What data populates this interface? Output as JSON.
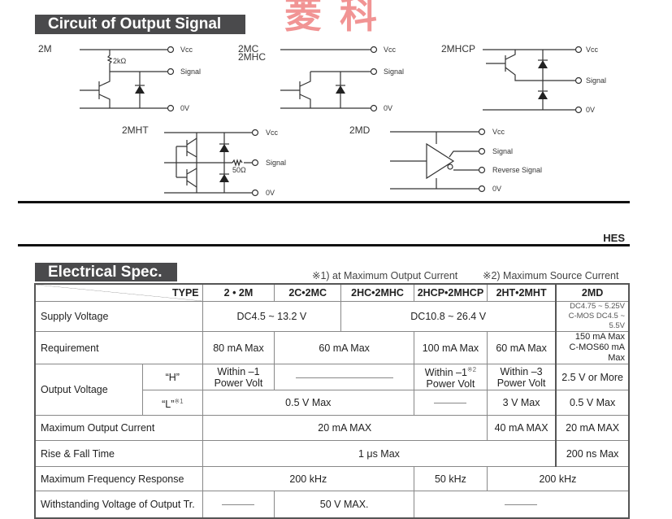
{
  "watermark": {
    "chars": [
      "菱",
      "科"
    ],
    "color": "#e63c3c"
  },
  "circuits": {
    "title": "Circuit of Output Signal",
    "labels": {
      "vcc": "Vcc",
      "signal": "Signal",
      "zero": "0V",
      "reverse": "Reverse Signal"
    },
    "models": {
      "m2": "2M",
      "mc": "2MC",
      "mhc": "2MHC",
      "mhcp": "2MHCP",
      "mht": "2MHT",
      "md": "2MD"
    },
    "r2k": "2kΩ",
    "r50": "50Ω"
  },
  "hes": "HES",
  "spec": {
    "title": "Electrical Spec.",
    "note1": "※1) at Maximum Output Current",
    "note2": "※2) Maximum Source Current",
    "type_label": "TYPE",
    "types": [
      "2 • 2M",
      "2C•2MC",
      "2HC•2MHC",
      "2HCP•2MHCP",
      "2HT•2MHT",
      "2MD"
    ],
    "rows": {
      "supply": {
        "label": "Supply Voltage",
        "a": "DC4.5 ~ 13.2 V",
        "b": "DC10.8 ~ 26.4 V",
        "md1": "DC4.75 ~ 5.25V",
        "md2": "C-MOS DC4.5 ~ 5.5V"
      },
      "req": {
        "label": "Requirement",
        "m2": "80 mA Max",
        "c_hc": "60 mA Max",
        "hcp": "100 mA Max",
        "ht": "60 mA Max",
        "md1": "150 mA Max",
        "md2": "C-MOS60 mA Max"
      },
      "outv": {
        "label": "Output Voltage",
        "h": "“H”",
        "l": "“L”",
        "l_note": "※1",
        "h_m2_1": "Within –1",
        "h_m2_2": "Power Volt",
        "h_hcp_1": "Within –1",
        "h_hcp_note": "※2",
        "h_hcp_2": "Power Volt",
        "h_ht_1": "Within –3",
        "h_ht_2": "Power Volt",
        "h_md": "2.5 V or More",
        "l_a": "0.5 V Max",
        "l_ht": "3 V Max",
        "l_md": "0.5 V Max"
      },
      "maxout": {
        "label": "Maximum Output Current",
        "a": "20 mA  MAX",
        "ht": "40 mA  MAX",
        "md": "20 mA  MAX"
      },
      "rise": {
        "label": "Rise & Fall Time",
        "a": "1 μs Max",
        "md": "200 ns Max"
      },
      "freq": {
        "label": "Maximum Frequency Response",
        "a": "200 kHz",
        "hcp": "50 kHz",
        "b": "200 kHz"
      },
      "withstand": {
        "label": "Withstanding Voltage of Output Tr.",
        "mid": "50 V  MAX."
      }
    }
  }
}
